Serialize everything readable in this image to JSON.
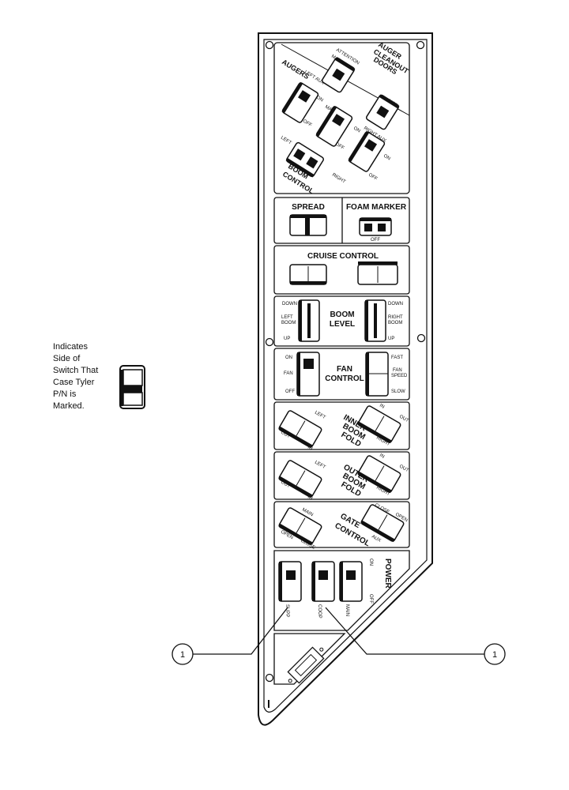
{
  "legend": {
    "lines": [
      "Indicates",
      "Side of",
      "Switch That",
      "Case Tyler",
      "P/N is",
      "Marked."
    ]
  },
  "callouts": [
    {
      "label": "1"
    },
    {
      "label": "1"
    }
  ],
  "panel": {
    "auger_section": {
      "warning": "ATTENTION",
      "augers": "AUGERS",
      "cleanout_line1": "AUGER",
      "cleanout_line2": "CLEANOUT",
      "cleanout_line3": "DOORS",
      "main": "MAIN",
      "aux": "AUX",
      "left_aux": "LEFT AUX",
      "right_aux": "RIGHT AUX",
      "on": "ON",
      "off": "OFF",
      "left": "LEFT",
      "right": "RIGHT",
      "boom_line1": "BOOM",
      "boom_line2": "CONTROL"
    },
    "spread": {
      "title": "SPREAD"
    },
    "foam_marker": {
      "title": "FOAM MARKER",
      "off": "OFF"
    },
    "cruise_control": {
      "title": "CRUISE CONTROL"
    },
    "boom_level": {
      "title_line1": "BOOM",
      "title_line2": "LEVEL",
      "down": "DOWN",
      "up": "UP",
      "left_line1": "LEFT",
      "left_line2": "BOOM",
      "right_line1": "RIGHT",
      "right_line2": "BOOM"
    },
    "fan_control": {
      "title_line1": "FAN",
      "title_line2": "CONTROL",
      "on": "ON",
      "fan": "FAN",
      "off": "OFF",
      "fast": "FAST",
      "speed_line1": "FAN",
      "speed_line2": "SPEED",
      "slow": "SLOW"
    },
    "inner_boom": {
      "title_line1": "INNER",
      "title_line2": "BOOM",
      "title_line3": "FOLD",
      "left": "LEFT",
      "right": "RIGHT",
      "out": "OUT",
      "in": "IN"
    },
    "outer_boom": {
      "title_line1": "OUTER",
      "title_line2": "BOOM",
      "title_line3": "FOLD",
      "left": "LEFT",
      "right": "RIGHT",
      "out": "OUT",
      "in": "IN"
    },
    "gate_control": {
      "title_line1": "GATE",
      "title_line2": "CONTROL",
      "main": "MAIN",
      "open": "OPEN",
      "close": "CLOSE",
      "aux": "AUX"
    },
    "power": {
      "title": "POWER",
      "on": "ON",
      "off": "OFF",
      "supp": "SUPP",
      "coop": "COOP",
      "main": "MAIN"
    }
  }
}
